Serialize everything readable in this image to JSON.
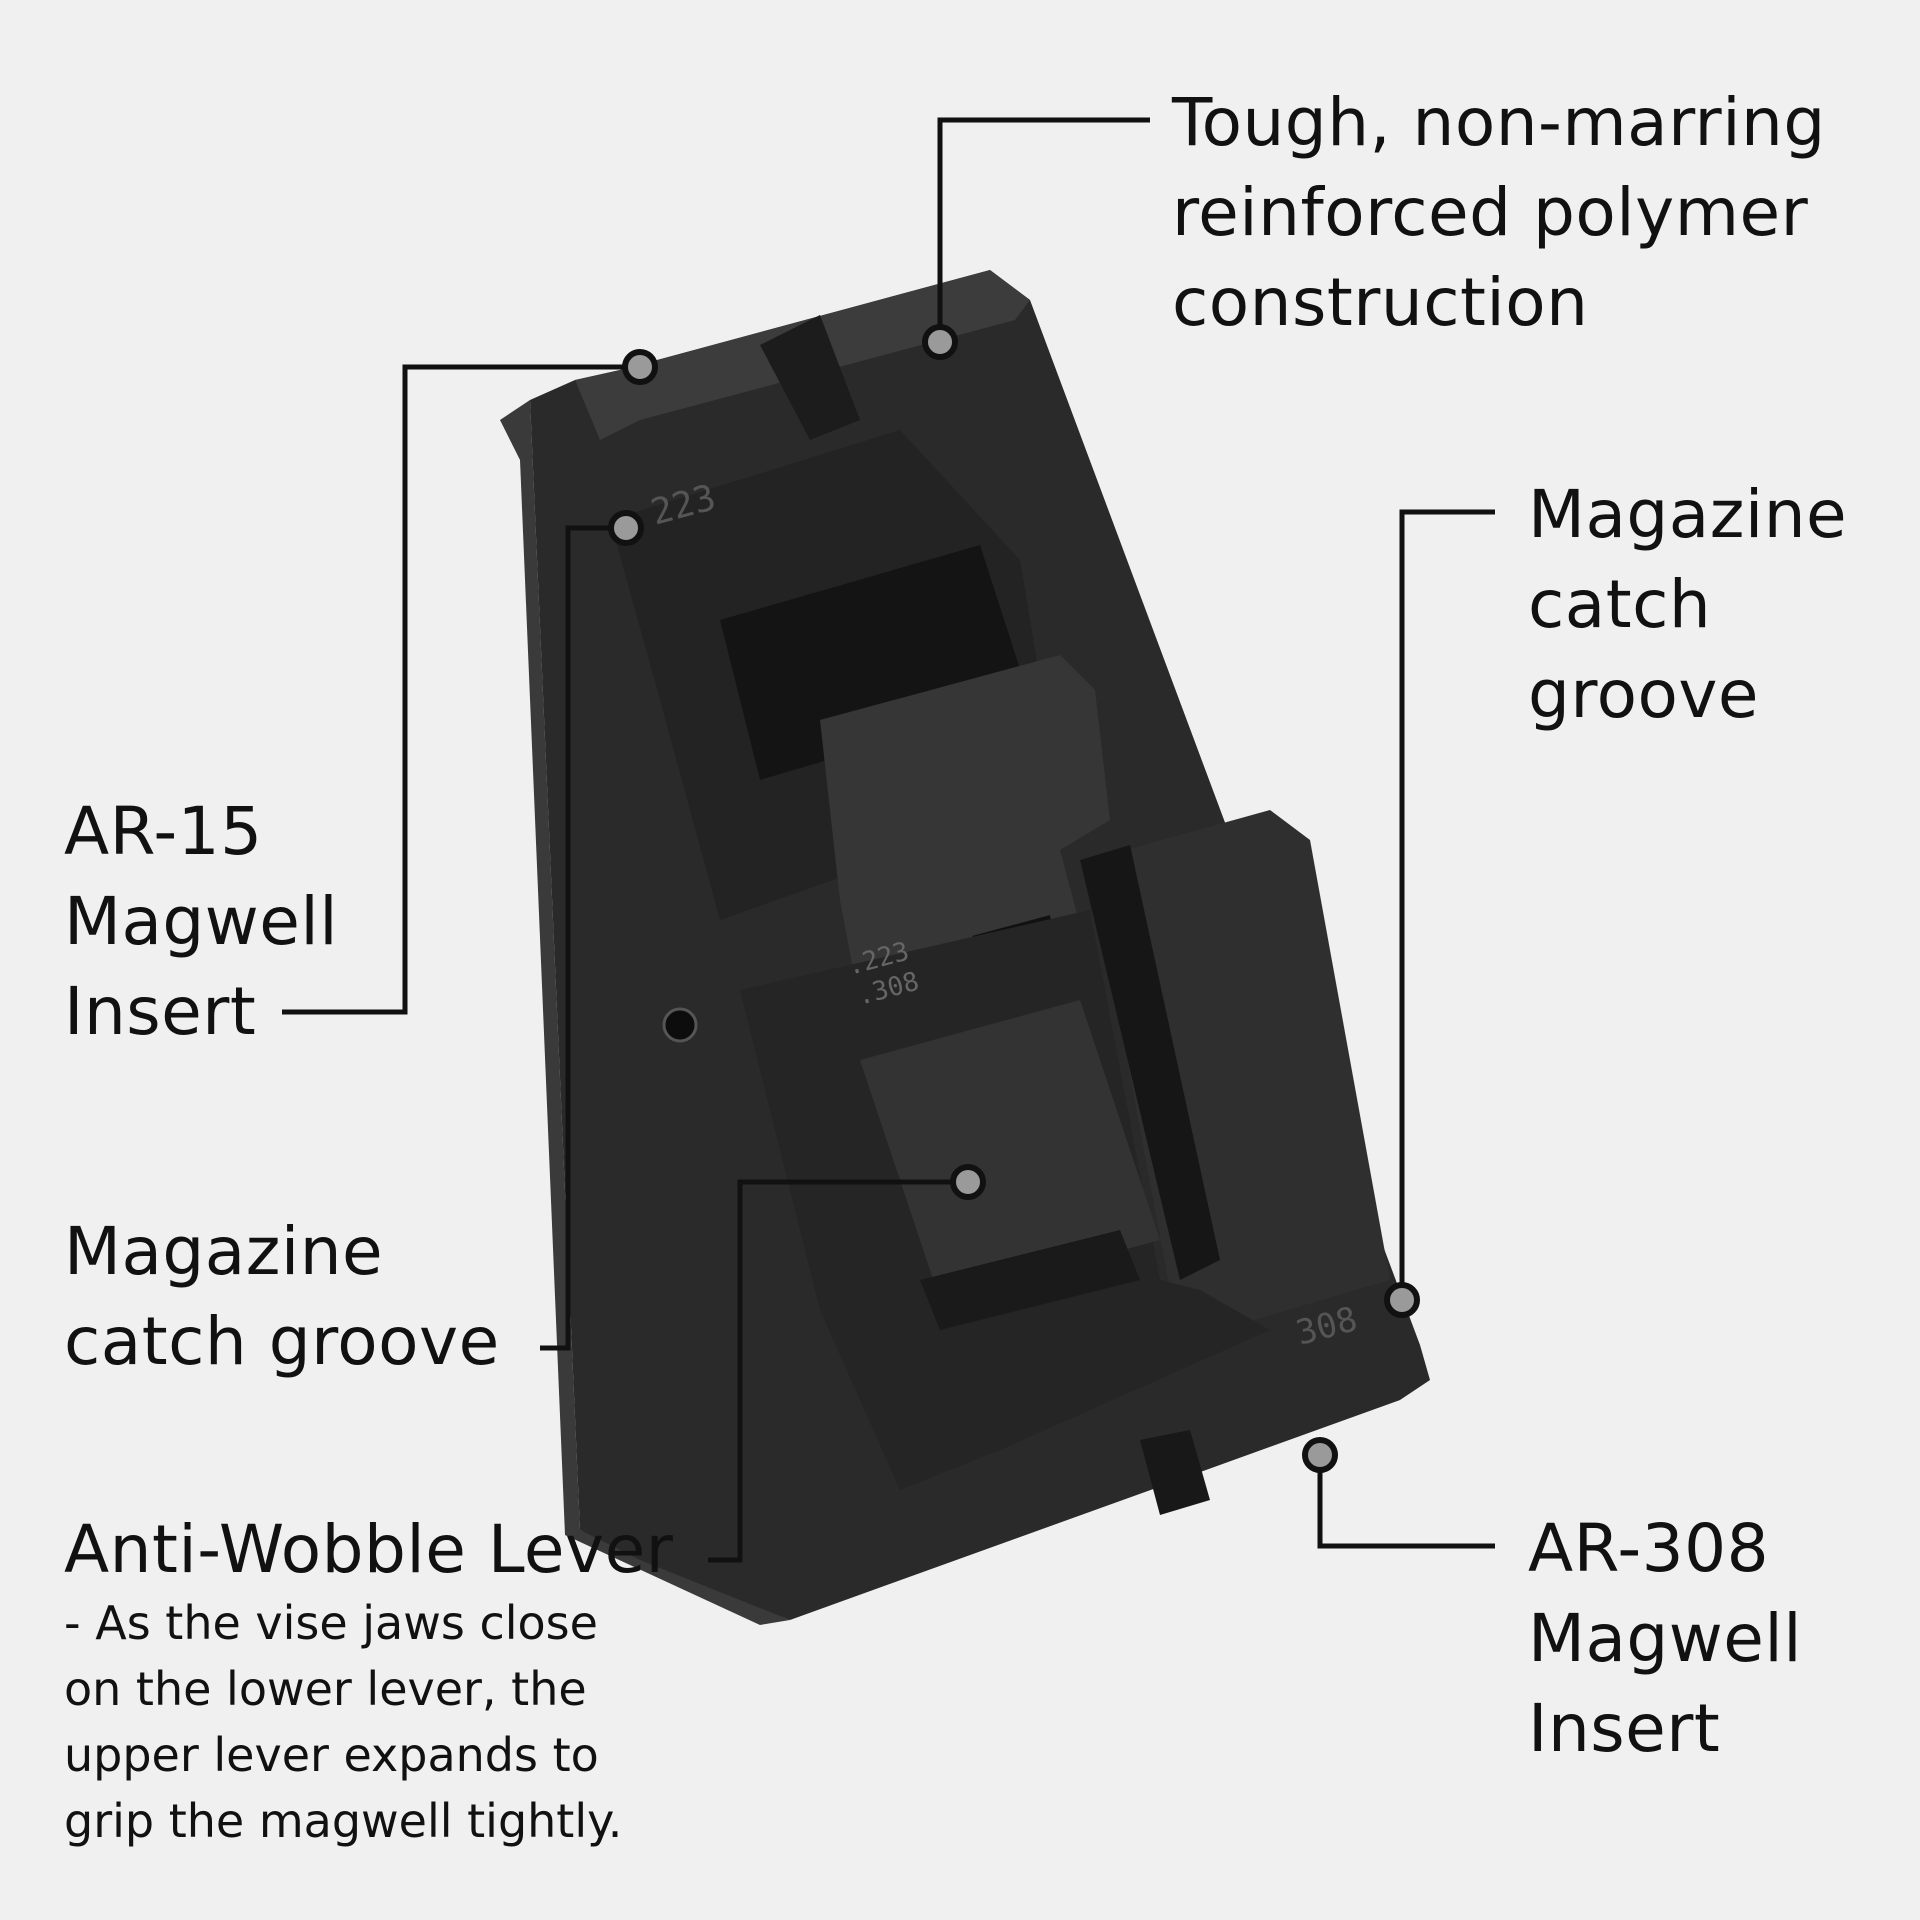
{
  "callouts": {
    "polymer": [
      "Tough, non-marring",
      "reinforced polymer",
      "construction"
    ],
    "mag_catch_right": [
      "Magazine",
      "catch",
      "groove"
    ],
    "ar15": [
      "AR-15",
      "Magwell",
      "Insert"
    ],
    "mag_catch_left": [
      "Magazine",
      "catch groove"
    ],
    "anti_wobble": {
      "title": "Anti-Wobble Lever",
      "description": [
        "- As the vise jaws close",
        "on the lower lever, the",
        "upper lever expands to",
        "grip the magwell tightly."
      ]
    },
    "ar308": [
      "AR-308",
      "Magwell",
      "Insert"
    ]
  },
  "markings": {
    "top_223": "223",
    "mid_223": ".223",
    "mid_308": ".308",
    "bottom_308": "308"
  },
  "colors": {
    "background": "#f0f0f0",
    "body_dark": "#262626",
    "body_mid": "#333333",
    "body_light": "#444444",
    "leader": "#111111"
  }
}
